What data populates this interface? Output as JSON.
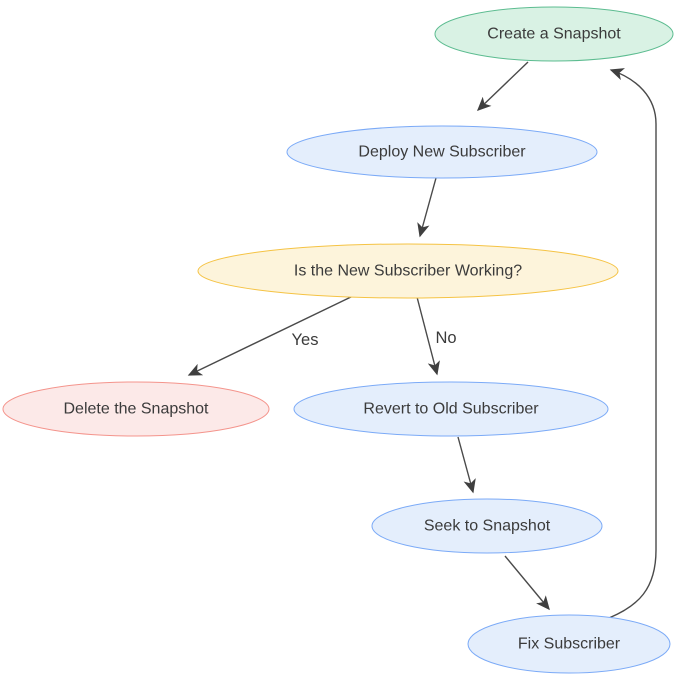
{
  "diagram": {
    "type": "flowchart",
    "background": "#ffffff",
    "edge_color": "#4a4a4a",
    "text_color": "#3b3b3b",
    "nodes": [
      {
        "id": "create-snapshot",
        "label": "Create a Snapshot",
        "shape": "ellipse",
        "fill": "#d9f2e4",
        "stroke": "#5cbc90"
      },
      {
        "id": "deploy-new-subscriber",
        "label": "Deploy New Subscriber",
        "shape": "ellipse",
        "fill": "#e4eefc",
        "stroke": "#7baaf7"
      },
      {
        "id": "is-new-subscriber-working",
        "label": "Is the New Subscriber Working?",
        "shape": "ellipse",
        "fill": "#fdf4db",
        "stroke": "#f5c344"
      },
      {
        "id": "delete-snapshot",
        "label": "Delete the Snapshot",
        "shape": "ellipse",
        "fill": "#fce9e8",
        "stroke": "#f4948c"
      },
      {
        "id": "revert-to-old-subscriber",
        "label": "Revert to Old Subscriber",
        "shape": "ellipse",
        "fill": "#e4eefc",
        "stroke": "#7baaf7"
      },
      {
        "id": "seek-to-snapshot",
        "label": "Seek to Snapshot",
        "shape": "ellipse",
        "fill": "#e4eefc",
        "stroke": "#7baaf7"
      },
      {
        "id": "fix-subscriber",
        "label": "Fix Subscriber",
        "shape": "ellipse",
        "fill": "#e4eefc",
        "stroke": "#7baaf7"
      }
    ],
    "edges": [
      {
        "from": "create-snapshot",
        "to": "deploy-new-subscriber",
        "label": ""
      },
      {
        "from": "deploy-new-subscriber",
        "to": "is-new-subscriber-working",
        "label": ""
      },
      {
        "from": "is-new-subscriber-working",
        "to": "delete-snapshot",
        "label": "Yes"
      },
      {
        "from": "is-new-subscriber-working",
        "to": "revert-to-old-subscriber",
        "label": "No"
      },
      {
        "from": "revert-to-old-subscriber",
        "to": "seek-to-snapshot",
        "label": ""
      },
      {
        "from": "seek-to-snapshot",
        "to": "fix-subscriber",
        "label": ""
      },
      {
        "from": "fix-subscriber",
        "to": "create-snapshot",
        "label": ""
      }
    ]
  }
}
